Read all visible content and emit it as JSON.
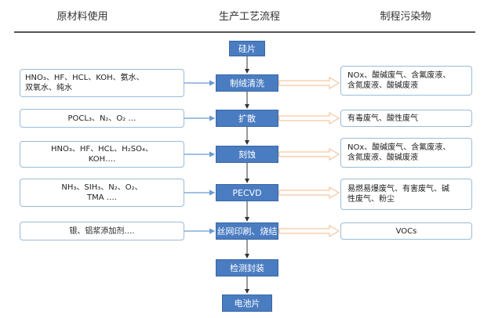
{
  "headers": {
    "raw_materials": "原材料使用",
    "process_flow": "生产工艺流程",
    "pollutants": "制程污染物"
  },
  "steps": [
    {
      "id": "wafer",
      "label": "硅片",
      "inputs": "",
      "pollutants": ""
    },
    {
      "id": "texturing",
      "label": "制绒清洗",
      "inputs": "HNO₃、HF、HCL、KOH、氨水、\n双氧水、纯水",
      "pollutants": "NOx、酸碱废气、含氟废液、\n含氮废液、酸碱废液"
    },
    {
      "id": "diffusion",
      "label": "扩散",
      "inputs": "POCL₃、N₂、O₂ …",
      "pollutants": "有毒废气、酸性废气"
    },
    {
      "id": "etching",
      "label": "刻蚀",
      "inputs": "HNO₃、HF、HCL、H₂SO₄、\nKOH….",
      "pollutants": "NOx、酸碱废气、含氟废液、\n含氮废液、酸碱废液"
    },
    {
      "id": "pecvd",
      "label": "PECVD",
      "inputs": "NH₃、SIH₃、N₂、O₂、\nTMA ….",
      "pollutants": "易燃易爆废气、有害废气、碱\n性废气、粉尘"
    },
    {
      "id": "printing",
      "label": "丝网印刷、烧结",
      "inputs": "银、铝浆添加剂….",
      "pollutants": "VOCs"
    },
    {
      "id": "testing",
      "label": "检测封装",
      "inputs": "",
      "pollutants": ""
    },
    {
      "id": "cell",
      "label": "电池片",
      "inputs": "",
      "pollutants": ""
    }
  ],
  "colors": {
    "process_fill": "#4a7cc1",
    "box_border": "#9bbbd9",
    "input_arrow": "#6b9bd1",
    "output_arrow": "#f5b98a"
  }
}
